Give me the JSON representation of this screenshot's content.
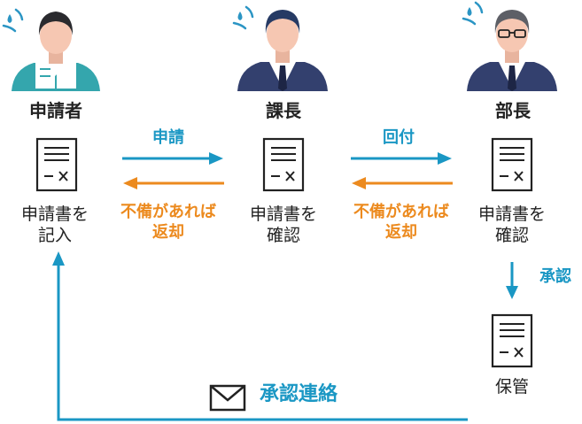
{
  "colors": {
    "accent_blue": "#1a97c4",
    "accent_orange": "#ec8a1e",
    "text": "#222222",
    "skin": "#f6c7b2",
    "applicant_shirt": "#34a6ad",
    "suit": "#33406e"
  },
  "actors": [
    {
      "role": "申請者",
      "task_line1": "申請書を",
      "task_line2": "記入",
      "icon": "applicant-person-icon"
    },
    {
      "role": "課長",
      "task_line1": "申請書を",
      "task_line2": "確認",
      "icon": "manager-person-icon"
    },
    {
      "role": "部長",
      "task_line1": "申請書を",
      "task_line2": "確認",
      "icon": "director-person-icon"
    }
  ],
  "flows": {
    "apply": "申請",
    "forward": "回付",
    "return1_line1": "不備があれば",
    "return1_line2": "返却",
    "return2_line1": "不備があれば",
    "return2_line2": "返却",
    "approve": "承認"
  },
  "archive": {
    "label": "保管",
    "icon": "document-icon"
  },
  "notice": {
    "label": "承認連絡",
    "icon": "envelope-icon"
  }
}
